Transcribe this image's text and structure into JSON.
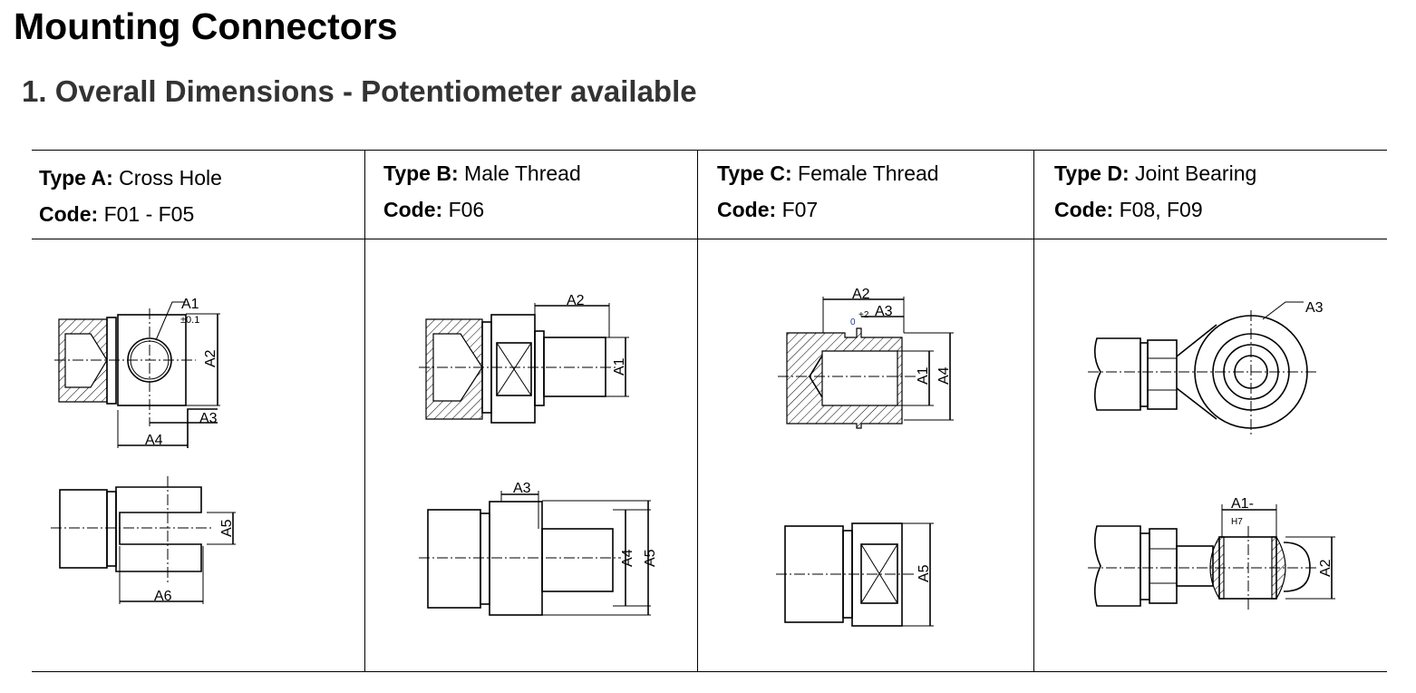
{
  "title": "Mounting Connectors",
  "subtitle": "1. Overall Dimensions - Potentiometer available",
  "types": [
    {
      "type_label": "Type A:",
      "type_name": "Cross Hole",
      "code_label": "Code:",
      "code": "F01 - F05"
    },
    {
      "type_label": "Type B:",
      "type_name": "Male Thread",
      "code_label": "Code:",
      "code": "F06"
    },
    {
      "type_label": "Type C:",
      "type_name": "Female Thread",
      "code_label": "Code:",
      "code": "F07"
    },
    {
      "type_label": "Type D:",
      "type_name": "Joint Bearing",
      "code_label": "Code:",
      "code": "F08, F09"
    }
  ],
  "drawings": {
    "a": {
      "a1": "A1",
      "tol": "±0.1",
      "a2": "A2",
      "a3": "A3",
      "a4": "A4",
      "a5": "A5",
      "a6": "A6"
    },
    "b": {
      "a1": "A1",
      "a2": "A2",
      "a3": "A3",
      "a4": "A4",
      "a5": "A5"
    },
    "c": {
      "a1": "A1",
      "a2": "A2",
      "a3": "A3",
      "a4": "A4",
      "a5": "A5",
      "tol_lower": "0",
      "tol_upper": "+2"
    },
    "d": {
      "a1": "A1-",
      "fit": "H7",
      "a2": "A2",
      "a3": "A3"
    }
  }
}
